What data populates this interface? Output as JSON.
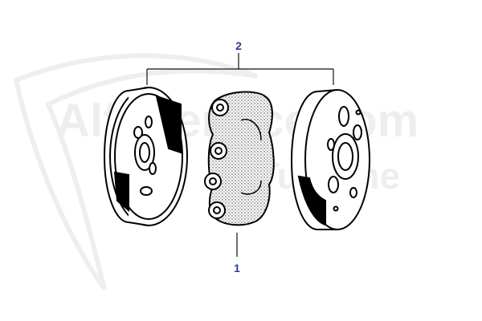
{
  "callouts": [
    {
      "label": "2",
      "color": "#2d3a9a"
    },
    {
      "label": "1",
      "color": "#2d3a9a"
    }
  ],
  "watermark": {
    "line1": "AlfaService.com",
    "line2": "Turenne",
    "color": "#c9c9c9"
  },
  "parts": [
    {
      "name": "left-brake-drum-half"
    },
    {
      "name": "center-housing"
    },
    {
      "name": "right-brake-drum-half"
    }
  ]
}
